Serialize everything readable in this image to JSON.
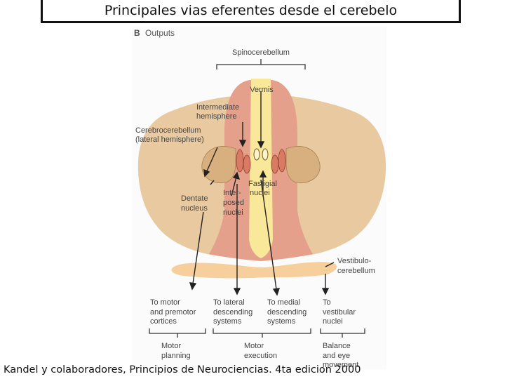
{
  "title": "Principales vias eferentes desde el cerebelo",
  "panel": {
    "letter": "B",
    "heading": "Outputs"
  },
  "labels": {
    "spinocerebellum": "Spinocerebellum",
    "vermis": "Vermis",
    "intermediate_1": "Intermediate",
    "intermediate_2": "hemisphere",
    "cerebro_1": "Cerebrocerebellum",
    "cerebro_2": "(lateral hemisphere)",
    "fastigial_1": "Fastigial",
    "fastigial_2": "nuclei",
    "interposed_1": "Inter-",
    "interposed_2": "posed",
    "interposed_3": "nuclei",
    "dentate_1": "Dentate",
    "dentate_2": "nucleus",
    "vestibulo_1": "Vestibulo-",
    "vestibulo_2": "cerebellum"
  },
  "targets": [
    {
      "lines": [
        "To motor",
        "and premotor",
        "cortices"
      ]
    },
    {
      "lines": [
        "To lateral",
        "descending",
        "systems"
      ]
    },
    {
      "lines": [
        "To medial",
        "descending",
        "systems"
      ]
    },
    {
      "lines": [
        "To",
        "vestibular",
        "nuclei"
      ]
    }
  ],
  "functions": [
    {
      "lines": [
        "Motor",
        "planning"
      ]
    },
    {
      "lines": [
        "Motor",
        "execution"
      ]
    },
    {
      "lines": [
        "Balance",
        "and eye",
        "movement"
      ]
    }
  ],
  "caption": "Kandel y colaboradores, Principios de Neurociencias. 4ta edicion 2000",
  "colors": {
    "lateral": "#e8c9a0",
    "intermediate": "#e5a08c",
    "vermis": "#f9e79a",
    "nuclei": "#d97a62",
    "dentate": "#d8b080",
    "flocculus": "#f6cf9c"
  }
}
